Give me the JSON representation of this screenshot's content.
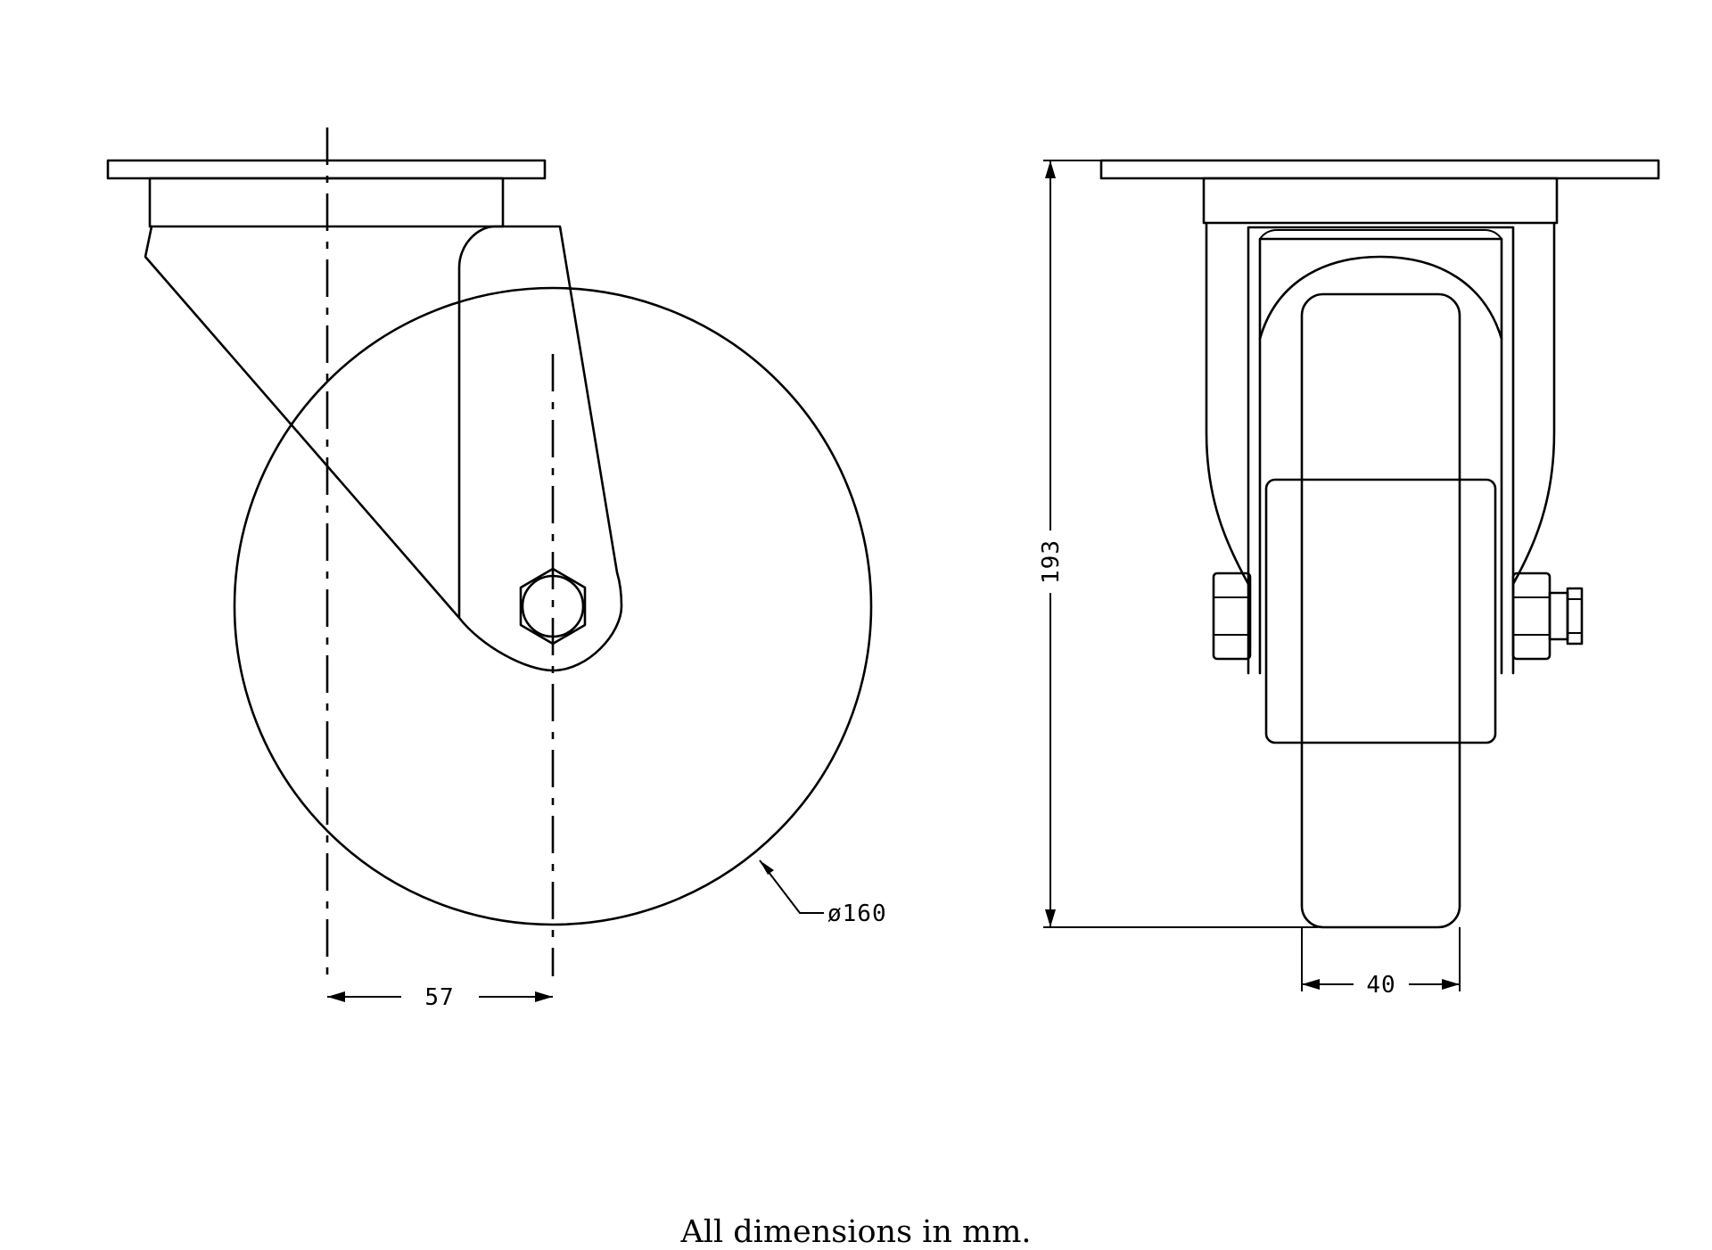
{
  "dimensions": {
    "offset": "57",
    "wheel_diameter": "ø160",
    "overall_height": "193",
    "wheel_width": "40"
  },
  "caption": "All dimensions in mm."
}
